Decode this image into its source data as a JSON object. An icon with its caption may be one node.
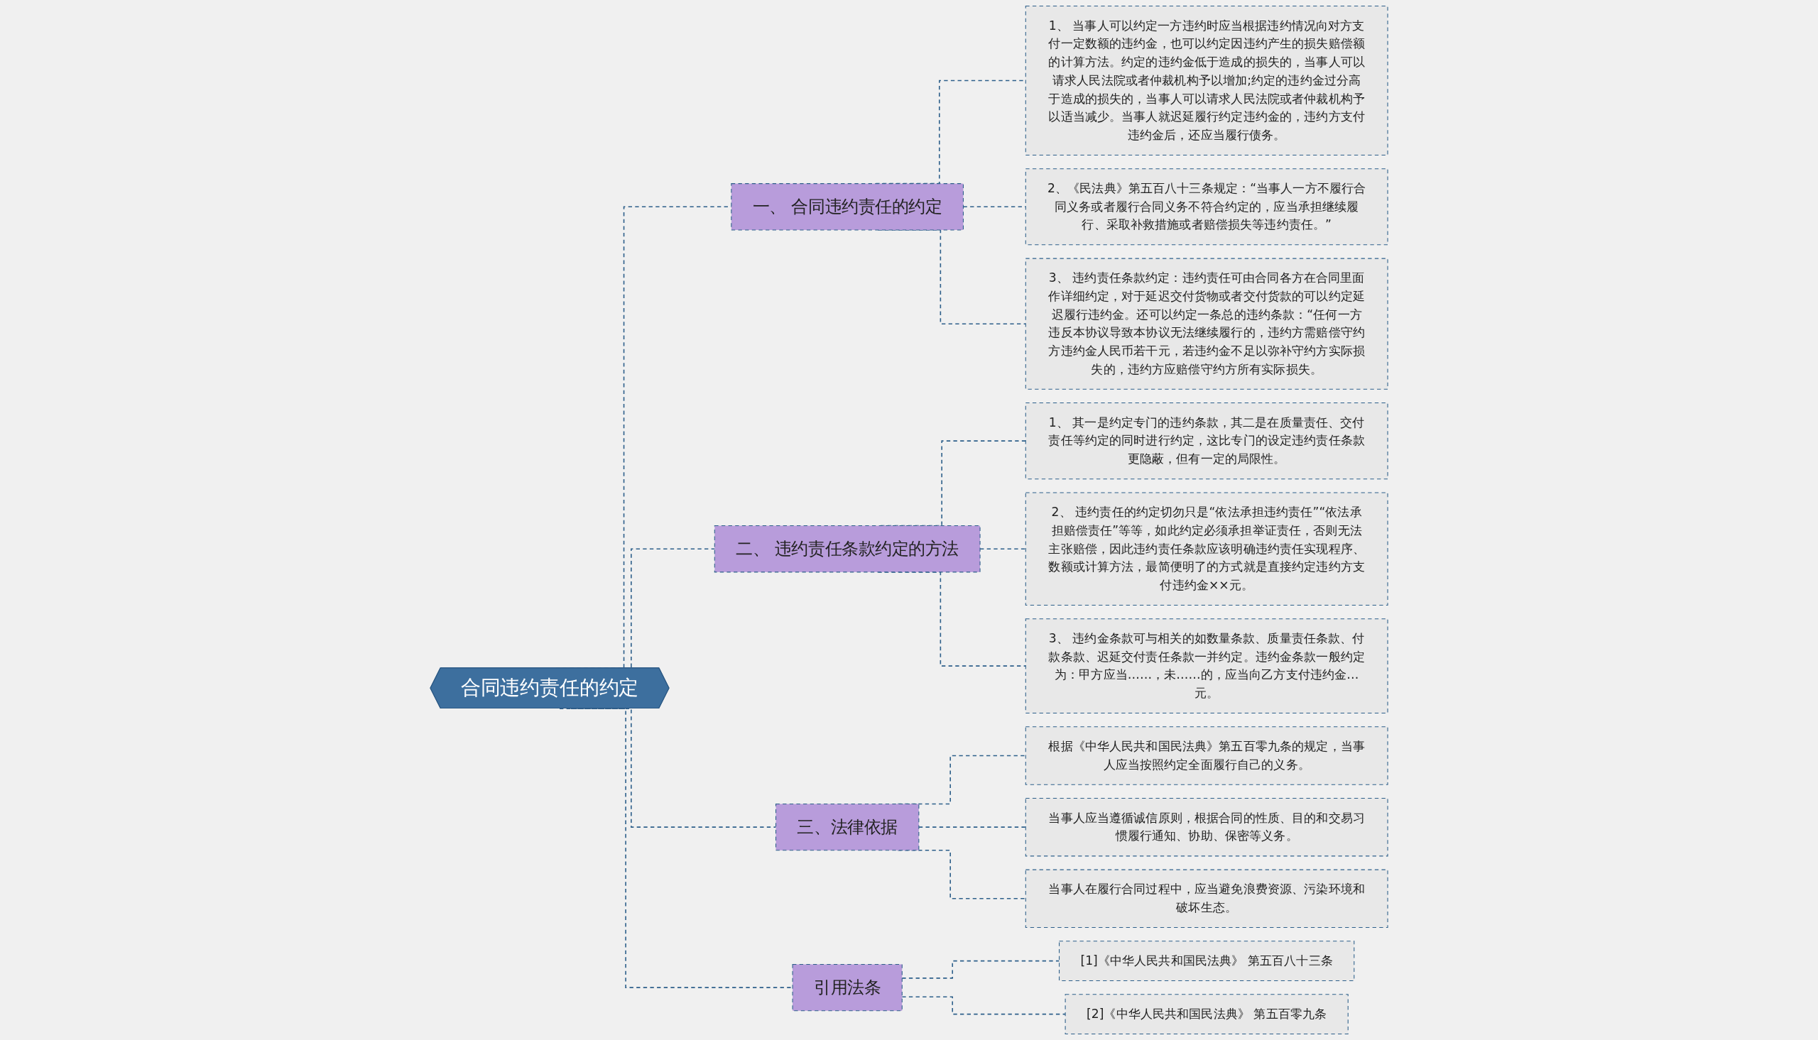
{
  "diagram": {
    "nodes": [
      {
        "text": [
          "合同违约责任的约定"
        ]
      },
      {
        "text": [
          "一、 合同违约责任的约定"
        ]
      },
      {
        "text": [
          "1、 当事人可以约定一方违约时应当根据违约情况向对方支付一定数额的违约金，也可以约定因违约产生的损失赔偿额的计算方法。约定的违约金低于造成的损失的，当事人可以请求人民法院或者仲裁机构予以增加;约定的违约金过分高于造成的损失的，当事人可以请求人民法院或者仲裁机构予以适当减少。当事人就迟延履行约定违约金的，违约方支付违约金后，还应当履行债务。"
        ]
      },
      {
        "text": [
          "2、《民法典》第五百八十三条规定：“当事人一方不履行合同义务或者履行合同义务不符合约定的，应当承担继续履行、采取补救措施或者赔偿损失等违约责任。”"
        ]
      },
      {
        "text": [
          "3、 违约责任条款约定：违约责任可由合同各方在合同里面作详细约定，对于延迟交付货物或者交付货款的可以约定延迟履行违约金。还可以约定一条总的违约条款：“任何一方违反本协议导致本协议无法继续履行的，违约方需赔偿守约方违约金人民币若干元，若违约金不足以弥补守约方实际损失的，违约方应赔偿守约方所有实际损失。"
        ]
      },
      {
        "text": [
          "二、 违约责任条款约定的方法"
        ]
      },
      {
        "text": [
          "1、 其一是约定专门的违约条款，其二是在质量责任、交付责任等约定的同时进行约定，这比专门的设定违约责任条款更隐蔽，但有一定的局限性。"
        ]
      },
      {
        "text": [
          "2、 违约责任的约定切勿只是“依法承担违约责任”“依法承担赔偿责任”等等，如此约定必须承担举证责任，否则无法主张赔偿，因此违约责任条款应该明确违约责任实现程序、数额或计算方法，最简便明了的方式就是直接约定违约方支付违约金××元。"
        ]
      },
      {
        "text": [
          "3、 违约金条款可与相关的如数量条款、质量责任条款、付款条款、迟延交付责任条款一并约定。违约金条款一般约定为：甲方应当……，未……的，应当向乙方支付违约金…元。"
        ]
      },
      {
        "text": [
          "三、法律依据"
        ]
      },
      {
        "text": [
          "根据《中华人民共和国民法典》第五百零九条的规定，当事人应当按照约定全面履行自己的义务。"
        ]
      },
      {
        "text": [
          "当事人应当遵循诚信原则，根据合同的性质、目的和交易习惯履行通知、协助、保密等义务。"
        ]
      },
      {
        "text": [
          "当事人在履行合同过程中，应当避免浪费资源、污染环境和破坏生态。"
        ]
      },
      {
        "text": [
          "引用法条"
        ]
      },
      {
        "text": [
          "[1]《中华人民共和国民法典》 第五百八十三条"
        ]
      },
      {
        "text": [
          "[2]《中华人民共和国民法典》 第五百零九条"
        ]
      }
    ],
    "edges": [
      {
        "from": 0,
        "to": 1,
        "arrow": "none",
        "style": "dashed"
      },
      {
        "from": 1,
        "to": 2,
        "arrow": "none",
        "style": "dashed"
      },
      {
        "from": 1,
        "to": 3,
        "arrow": "none",
        "style": "dashed"
      },
      {
        "from": 1,
        "to": 4,
        "arrow": "none",
        "style": "dashed"
      },
      {
        "from": 0,
        "to": 5,
        "arrow": "none",
        "style": "dashed"
      },
      {
        "from": 5,
        "to": 6,
        "arrow": "none",
        "style": "dashed"
      },
      {
        "from": 5,
        "to": 7,
        "arrow": "none",
        "style": "dashed"
      },
      {
        "from": 5,
        "to": 8,
        "arrow": "none",
        "style": "dashed"
      },
      {
        "from": 0,
        "to": 9,
        "arrow": "none",
        "style": "dashed"
      },
      {
        "from": 9,
        "to": 10,
        "arrow": "none",
        "style": "dashed"
      },
      {
        "from": 9,
        "to": 11,
        "arrow": "none",
        "style": "dashed"
      },
      {
        "from": 9,
        "to": 12,
        "arrow": "none",
        "style": "dashed"
      },
      {
        "from": 0,
        "to": 13,
        "arrow": "none",
        "style": "dashed"
      },
      {
        "from": 13,
        "to": 14,
        "arrow": "none",
        "style": "dashed"
      },
      {
        "from": 13,
        "to": 15,
        "arrow": "none",
        "style": "dashed"
      }
    ]
  }
}
